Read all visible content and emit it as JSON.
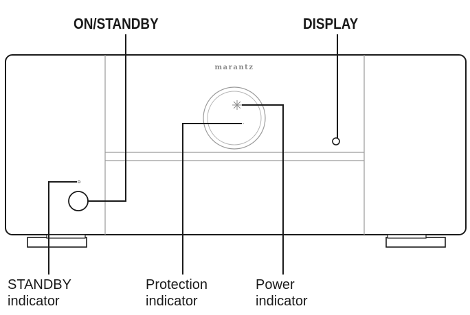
{
  "brand": "marantz",
  "callouts": {
    "on_standby": "ON/STANDBY",
    "display": "DISPLAY",
    "standby_indicator": [
      "STANDBY",
      "indicator"
    ],
    "protection_indicator": [
      "Protection",
      "indicator"
    ],
    "power_indicator": [
      "Power",
      "indicator"
    ]
  }
}
